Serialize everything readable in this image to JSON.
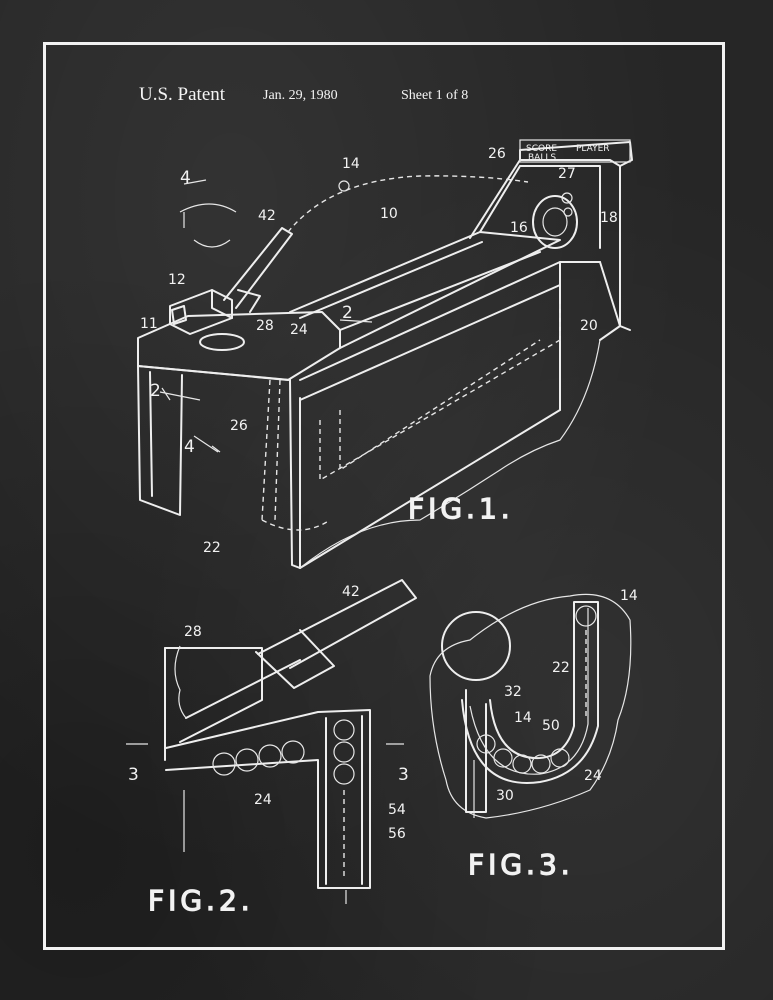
{
  "header": {
    "title": "U.S. Patent",
    "date": "Jan. 29, 1980",
    "sheet": "Sheet 1 of 8"
  },
  "figures": {
    "fig1": "FIG.1.",
    "fig2": "FIG.2.",
    "fig3": "FIG.3."
  },
  "scoreboard": {
    "score": "SCORE",
    "player": "PLAYER",
    "balls": "BALLS"
  },
  "reference_numerals": {
    "fig1": [
      "4",
      "14",
      "42",
      "10",
      "26",
      "27",
      "16",
      "18",
      "12",
      "11",
      "28",
      "24",
      "2",
      "20",
      "2",
      "26",
      "4",
      "22"
    ],
    "fig2": [
      "42",
      "28",
      "3",
      "3",
      "24",
      "54",
      "56"
    ],
    "fig3": [
      "14",
      "22",
      "32",
      "14",
      "50",
      "24",
      "30"
    ]
  },
  "colors": {
    "background": "#262626",
    "line": "#eeeeee",
    "frame": "#f2f2f2"
  }
}
